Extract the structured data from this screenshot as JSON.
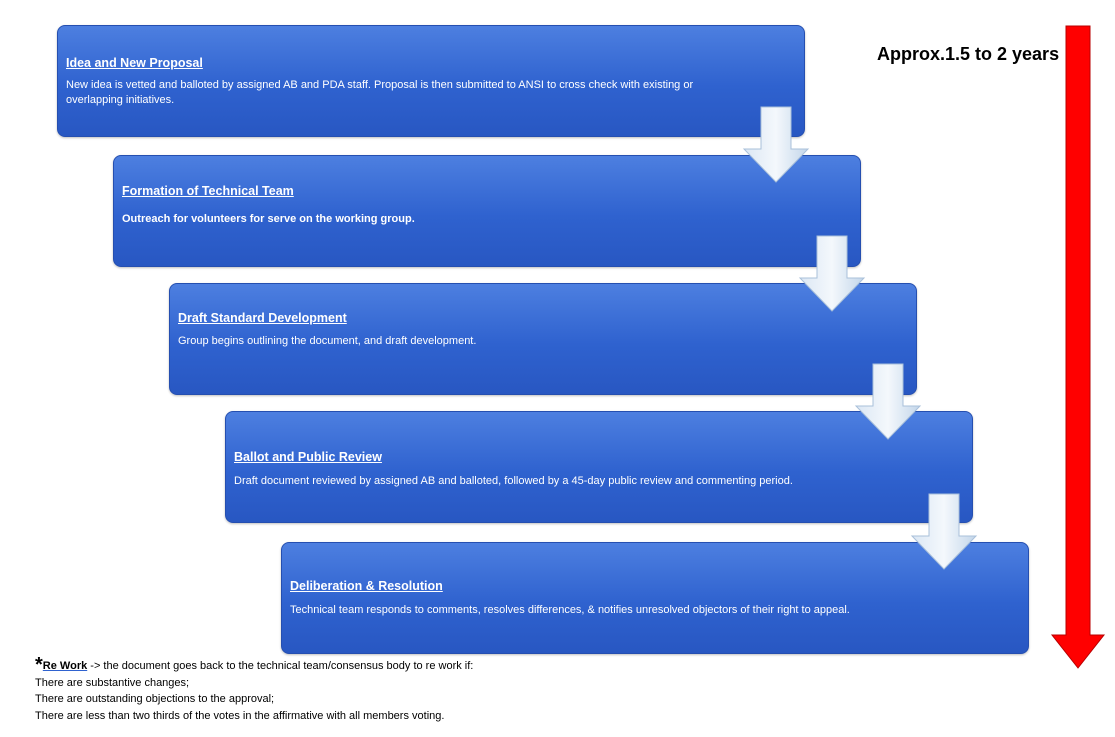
{
  "steps": [
    {
      "title": "Idea and New Proposal",
      "description": " New idea is vetted and balloted by assigned AB and PDA staff. Proposal is then submitted to ANSI to cross check with existing or overlapping initiatives."
    },
    {
      "title": "Formation of Technical Team",
      "description": "Outreach  for volunteers for serve on the  working group."
    },
    {
      "title": "Draft Standard Development",
      "description": "Group begins outlining the  document, and  draft development."
    },
    {
      "title": "Ballot and Public Review",
      "description": "Draft document reviewed by assigned AB and balloted, followed by a 45-day public review and commenting period."
    },
    {
      "title": "Deliberation & Resolution",
      "description": "Technical team responds to comments, resolves differences, & notifies unresolved objectors of their right to appeal."
    }
  ],
  "timeline": {
    "label": "Approx.1.5 to 2 years",
    "color": "#ff0000"
  },
  "rework": {
    "marker": "*",
    "term": "Re Work",
    "intro": " -> the document goes back to the technical team/consensus body to re work if:",
    "conditions": [
      "There are substantive changes;",
      "There are outstanding objections to the approval;",
      "There are less than two thirds of the votes in the affirmative with all members voting."
    ]
  },
  "colors": {
    "step_fill": "#2f62cf",
    "connector_fill": "#c9dcef"
  },
  "icons": {
    "connector": "down-arrow-icon",
    "timeline": "long-down-arrow-icon"
  }
}
